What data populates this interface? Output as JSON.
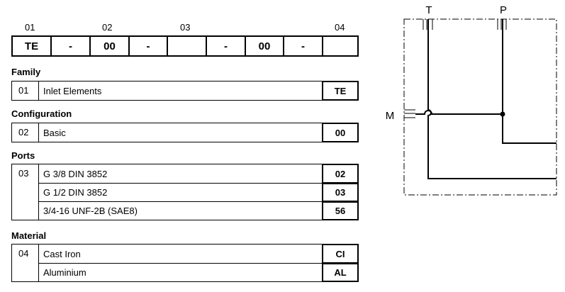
{
  "code": {
    "positions": [
      "01",
      "02",
      "03",
      "04"
    ],
    "cells": [
      "TE",
      "-",
      "00",
      "-",
      "",
      "-",
      "00",
      "-",
      ""
    ]
  },
  "family": {
    "title": "Family",
    "num": "01",
    "rows": [
      {
        "desc": "Inlet Elements",
        "code": "TE"
      }
    ]
  },
  "configuration": {
    "title": "Configuration",
    "num": "02",
    "rows": [
      {
        "desc": "Basic",
        "code": "00"
      }
    ]
  },
  "ports": {
    "title": "Ports",
    "num": "03",
    "rows": [
      {
        "desc": "G 3/8 DIN 3852",
        "code": "02"
      },
      {
        "desc": "G 1/2 DIN 3852",
        "code": "03"
      },
      {
        "desc": "3/4-16 UNF-2B (SAE8)",
        "code": "56"
      }
    ]
  },
  "material": {
    "title": "Material",
    "num": "04",
    "rows": [
      {
        "desc": "Cast Iron",
        "code": "CI"
      },
      {
        "desc": "Aluminium",
        "code": "AL"
      }
    ]
  },
  "schematic": {
    "port_t": "T",
    "port_p": "P",
    "port_m": "M"
  }
}
